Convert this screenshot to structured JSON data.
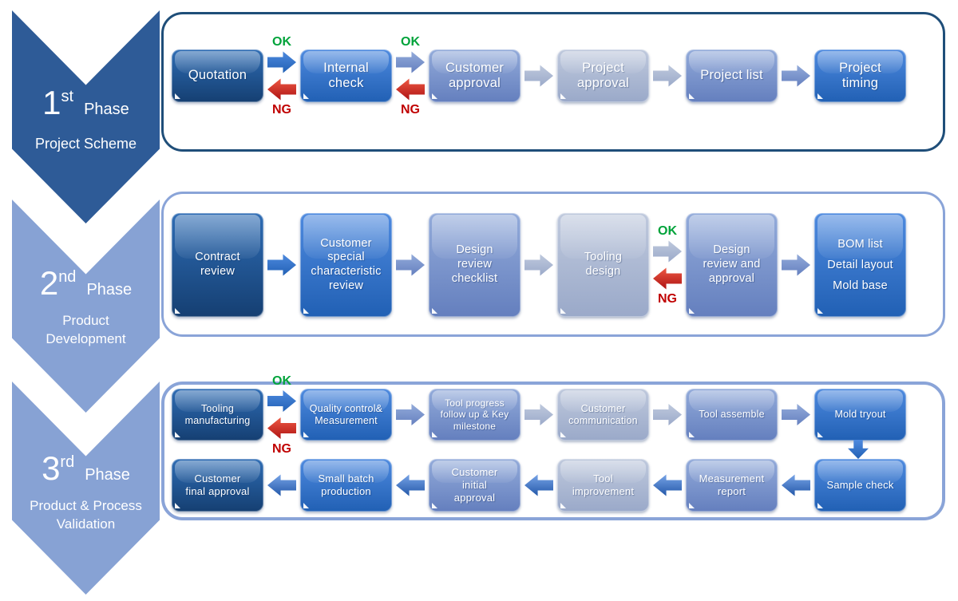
{
  "colors": {
    "chevron_dark": "#2E5B97",
    "chevron_light": "#87A2D4",
    "panel1_border": "#1F4E79",
    "panel23_border": "#8AA4D8",
    "box_dark_top": "#2E6CB4",
    "box_dark_bot": "#153F72",
    "box_bright_top": "#4E8ADF",
    "box_bright_bot": "#2160B4",
    "box_slate_top": "#93ABDA",
    "box_slate_bot": "#647FBE",
    "box_light_top": "#BFC9DD",
    "box_light_bot": "#9AA9C9",
    "ok_green": "#00A33A",
    "ng_red": "#C00000",
    "arrow_red_top": "#EF5A45",
    "arrow_red_bot": "#AC1111",
    "arrow_blue_top": "#79A5E8",
    "arrow_blue_bot": "#2257A8"
  },
  "phases": {
    "p1": {
      "number": "1",
      "ordinal": "st",
      "phase_word": "Phase",
      "subtitle": "Project Scheme"
    },
    "p2": {
      "number": "2",
      "ordinal": "nd",
      "phase_word": "Phase",
      "subtitle": "Product\nDevelopment"
    },
    "p3": {
      "number": "3",
      "ordinal": "rd",
      "phase_word": "Phase",
      "subtitle": "Product & Process\nValidation"
    }
  },
  "flow_labels": {
    "ok": "OK",
    "ng": "NG"
  },
  "row1": {
    "quotation": "Quotation",
    "internal_check": "Internal\ncheck",
    "customer_approval": "Customer\napproval",
    "project_approval": "Project\napproval",
    "project_list": "Project list",
    "project_timing": "Project\ntiming"
  },
  "row2": {
    "contract_review": "Contract\nreview",
    "customer_special": "Customer\nspecial\ncharacteristic\nreview",
    "design_review_checklist": "Design\nreview\nchecklist",
    "tooling_design": "Tooling\ndesign",
    "design_review_approval": "Design\nreview and\napproval",
    "bom": "BOM list\nDetail layout\nMold base"
  },
  "row3_top": {
    "tooling_manufacturing": "Tooling\nmanufacturing",
    "quality_control": "Quality control&\nMeasurement",
    "tool_progress": "Tool progress\nfollow up & Key\nmilestone",
    "customer_communication": "Customer\ncommunication",
    "tool_assemble": "Tool assemble",
    "mold_tryout": "Mold tryout"
  },
  "row3_bottom": {
    "customer_final_approval": "Customer\nfinal approval",
    "small_batch": "Small batch\nproduction",
    "customer_initial_approval": "Customer\ninitial\napproval",
    "tool_improvement": "Tool\nimprovement",
    "measurement_report": "Measurement\nreport",
    "sample_check": "Sample check"
  }
}
